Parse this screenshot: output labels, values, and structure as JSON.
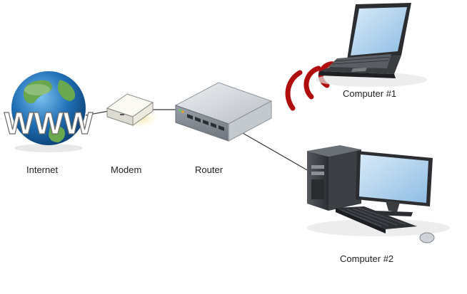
{
  "diagram": {
    "labels": {
      "internet": "Internet",
      "modem": "Modem",
      "router": "Router",
      "computer1": "Computer #1",
      "computer2": "Computer #2"
    },
    "globe_text": "WWW",
    "colors": {
      "globe_ocean": "#1f6fb5",
      "globe_land": "#6aa84f",
      "wifi_waves": "#b00d0d",
      "cable": "#333333",
      "modem_body": "#f2f1ea",
      "router_body": "#cfd3d8",
      "laptop_body": "#2b2d30",
      "screen": "#9fc6e8"
    },
    "icons": {
      "internet": "globe-www-icon",
      "modem": "modem-icon",
      "router": "router-icon",
      "computer1": "laptop-icon",
      "computer2": "desktop-computer-icon",
      "wireless": "wifi-waves-icon"
    },
    "connections": [
      {
        "from": "Internet",
        "to": "Modem",
        "type": "wired"
      },
      {
        "from": "Modem",
        "to": "Router",
        "type": "wired"
      },
      {
        "from": "Router",
        "to": "Computer #1",
        "type": "wireless"
      },
      {
        "from": "Router",
        "to": "Computer #2",
        "type": "wired"
      }
    ]
  }
}
